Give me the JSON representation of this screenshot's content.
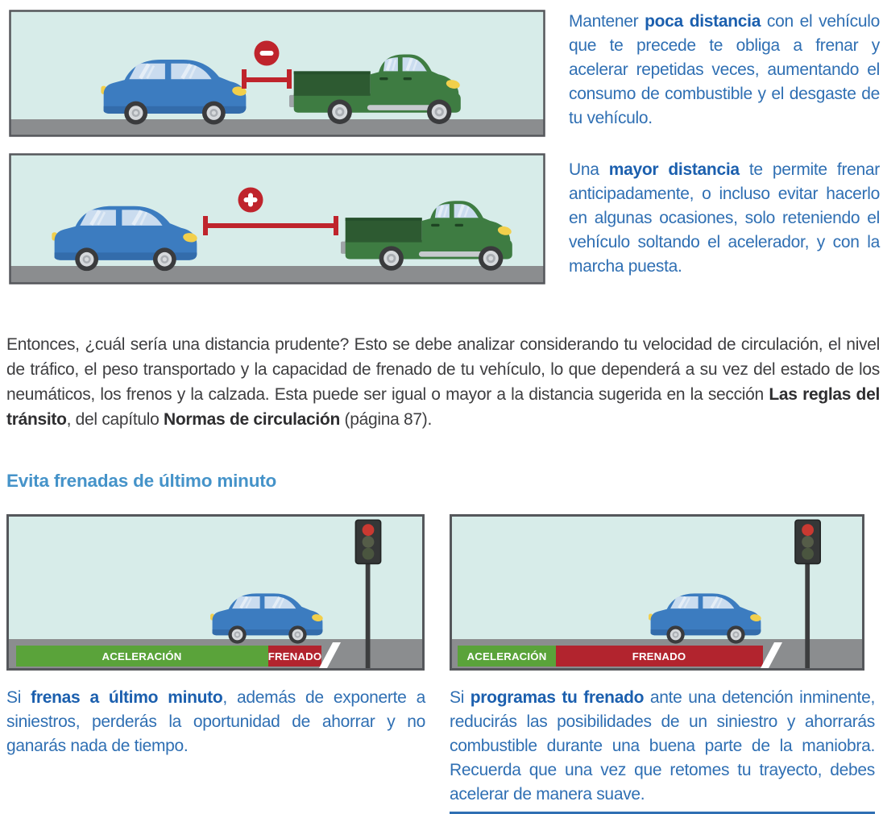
{
  "colors": {
    "paragraph_blue": "#2f6fb3",
    "paragraph_blue_bold": "#1b5fae",
    "heading_blue": "#4593c9",
    "body_dark": "#3e3e40",
    "illustration_bg": "#d7ece9",
    "illustration_border": "#55575b",
    "road_gray": "#8b8d8f",
    "marker_red": "#bf242c",
    "bar_green": "#5aa33a",
    "bar_red": "#b2242e",
    "car_blue": "#3c7cc0",
    "truck_green": "#3e7c42",
    "traffic_light_red": "#ca3931"
  },
  "top_section": {
    "panel_short_distance": {
      "marker": "minus"
    },
    "panel_long_distance": {
      "marker": "plus"
    },
    "paragraph1": [
      {
        "t": "Mantener "
      },
      {
        "t": "poca distancia",
        "b": true
      },
      {
        "t": " con el vehículo que te precede te obliga a frenar y acelerar repetidas veces, aumentando el consumo de combustible y el desgaste de tu vehículo."
      }
    ],
    "paragraph2": [
      {
        "t": "Una "
      },
      {
        "t": "mayor distancia",
        "b": true
      },
      {
        "t": " te permite frenar anticipadamente, o incluso evitar hacerlo en algunas ocasiones, solo reteniendo el vehículo soltando el acelerador, y con la marcha puesta."
      }
    ]
  },
  "middle_paragraph": [
    {
      "t": "Entonces, ¿cuál sería una distancia prudente? Esto se debe analizar considerando tu velocidad de circulación, el nivel de tráfico, el peso transportado y la capacidad de frenado de tu vehículo, lo que dependerá a su vez del estado de los neumáticos, los frenos y la calzada. Esta puede ser igual o mayor a la distancia sugerida en la sección "
    },
    {
      "t": "Las reglas del tránsito",
      "b": true
    },
    {
      "t": ", del capítulo "
    },
    {
      "t": "Normas de circulación",
      "b": true
    },
    {
      "t": " (página 87)."
    }
  ],
  "section_heading": "Evita frenadas de último minuto",
  "bottom_section": {
    "left": {
      "accel_label": "ACELERACIÓN",
      "brake_label": "FRENADO",
      "paragraph": [
        {
          "t": "Si "
        },
        {
          "t": "frenas a último minuto",
          "b": true
        },
        {
          "t": ", además de exponerte a siniestros, perderás la oportunidad de ahorrar y no ganarás nada de tiempo."
        }
      ]
    },
    "right": {
      "accel_label": "ACELERACIÓN",
      "brake_label": "FRENADO",
      "paragraph": [
        {
          "t": "Si "
        },
        {
          "t": "programas tu frenado",
          "b": true
        },
        {
          "t": " ante una detención inminente, reducirás las posibilidades de un siniestro y ahorrarás combustible durante una buena parte de la maniobra. Recuerda que una vez que retomes tu trayecto, debes acelerar de manera suave."
        }
      ]
    }
  }
}
